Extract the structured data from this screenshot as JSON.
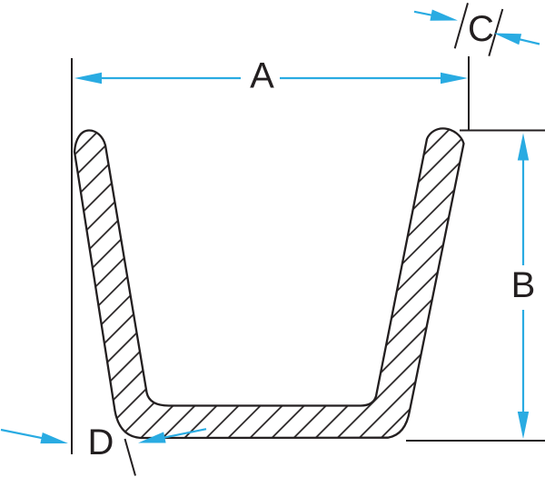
{
  "drawing": {
    "kind": "channel-cross-section-diagram",
    "dimensions": {
      "overall_width": {
        "label": "A"
      },
      "overall_height": {
        "label": "B"
      },
      "flange_tip_thickness": {
        "label": "C"
      },
      "flange_taper_offset": {
        "label": "D"
      }
    },
    "colors": {
      "dimension_accent": "#29ABE2",
      "line": "#231F20",
      "background": "#FFFFFF"
    }
  }
}
